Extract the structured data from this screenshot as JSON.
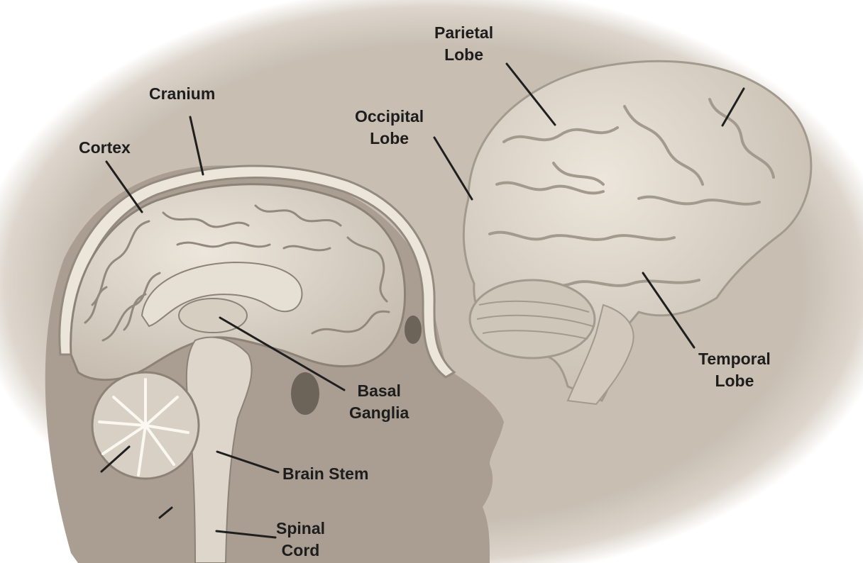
{
  "labels": {
    "parietal": [
      "Parietal",
      "Lobe"
    ],
    "cranium": "Cranium",
    "occipital": [
      "Occipital",
      "Lobe"
    ],
    "cortex": "Cortex",
    "basal": [
      "Basal",
      "Ganglia"
    ],
    "temporal": [
      "Temporal",
      "Lobe"
    ],
    "brainstem": "Brain Stem",
    "spinal": [
      "Spinal",
      "Cord"
    ]
  }
}
